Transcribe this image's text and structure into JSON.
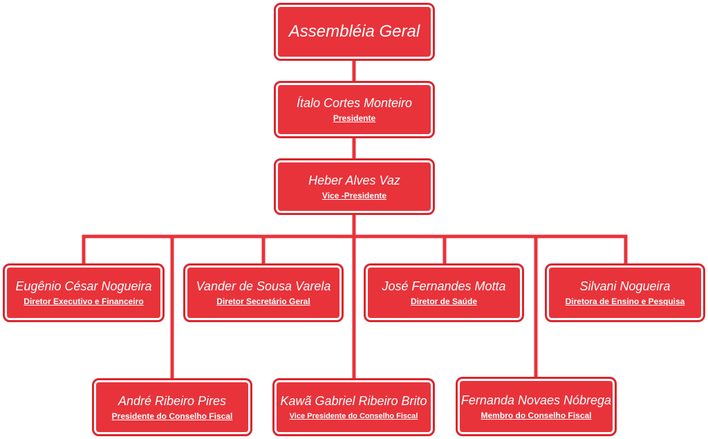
{
  "colors": {
    "box": "#e8333b",
    "line": "#e8333b",
    "text": "#ffffff"
  },
  "nodes": {
    "assembleia": {
      "name": "Assembléia Geral"
    },
    "italo": {
      "name": "Ítalo Cortes Monteiro",
      "role": "Presidente"
    },
    "heber": {
      "name": "Heber Alves Vaz",
      "role": "Vice -Presidente"
    },
    "eugenio": {
      "name": "Eugênio César Nogueira",
      "role": "Diretor Executivo e Financeiro"
    },
    "vander": {
      "name": "Vander de Sousa Varela",
      "role": "Diretor Secretário Geral"
    },
    "jose": {
      "name": "José Fernandes Motta",
      "role": "Diretor de Saúde"
    },
    "silvani": {
      "name": "Silvani Nogueira",
      "role": "Diretora de Ensino e Pesquisa"
    },
    "andre": {
      "name": "André Ribeiro Pires",
      "role": "Presidente do Conselho Fiscal"
    },
    "kawa": {
      "name": "Kawã Gabriel Ribeiro Brito",
      "role": "Vice Presidente do Conselho Fiscal"
    },
    "fernanda": {
      "name": "Fernanda Novaes Nóbrega",
      "role": "Membro do Conselho Fiscal"
    }
  }
}
